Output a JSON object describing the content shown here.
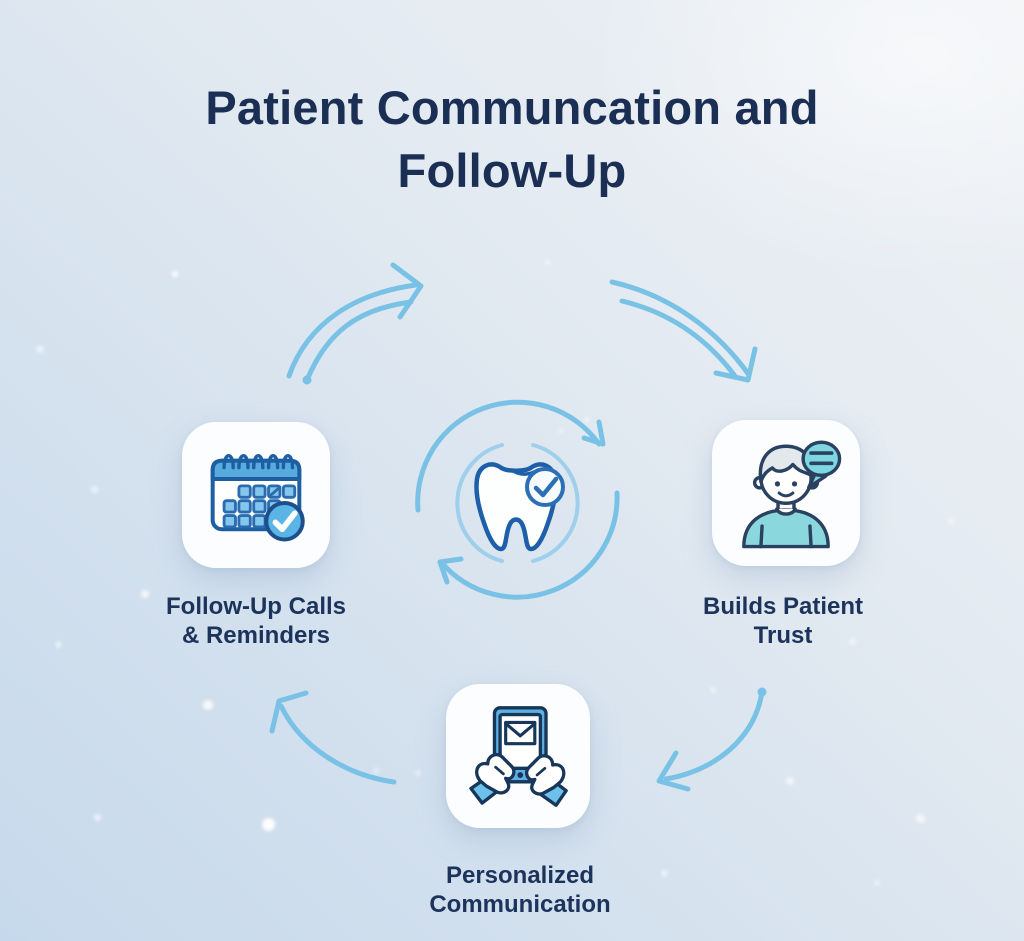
{
  "title": {
    "line1": "Patient Communcation and",
    "line2": "Follow-Up"
  },
  "center": {
    "icon": "tooth-check-cycle-icon"
  },
  "nodes": {
    "left": {
      "line1": "Follow-Up Calls",
      "line2": "& Reminders",
      "icon": "calendar-check-icon"
    },
    "right": {
      "line1": "Builds Patient",
      "line2": "Trust",
      "icon": "patient-speech-bubble-icon"
    },
    "bottom": {
      "line1": "Personalized",
      "line2": "Communication",
      "icon": "hands-tablet-email-icon"
    }
  },
  "colors": {
    "title_text": "#1b2f55",
    "label_text": "#1c335c",
    "arrow_blue": "#79c2e6",
    "inner_ring_blue": "#9ecfeb",
    "icon_outline_navy": "#1d5fa8",
    "dark_outline_navy": "#2a4160",
    "icon_mid_blue": "#58abdf",
    "icon_light_blue": "#85c6ec",
    "teal_fill": "#7ed6e0",
    "shirt_teal": "#8ad8de",
    "hair_gray": "#e2e8ec",
    "card_background": "#fcfdfe",
    "background_top": "#eef1f5",
    "background_bottom": "#c6d9ec"
  }
}
